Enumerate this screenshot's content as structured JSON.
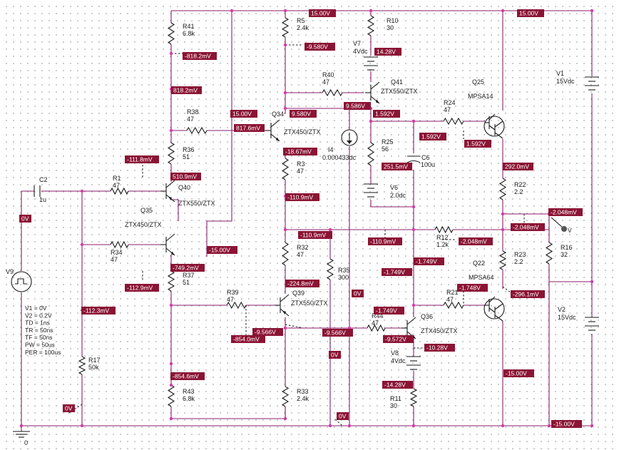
{
  "colors": {
    "wire": "#8b1e6e",
    "node": "#d63aa8",
    "voltage_tag_bg": "#8b1434",
    "voltage_tag_text": "#ffffff",
    "component": "#1a1a1a"
  },
  "parts": {
    "R41": {
      "ref": "R41",
      "val": "6.8k"
    },
    "R5": {
      "ref": "R5",
      "val": "2.4k"
    },
    "R10": {
      "ref": "R10",
      "val": "30"
    },
    "V7": {
      "ref": "V7",
      "val": "4Vdc"
    },
    "R40": {
      "ref": "R40",
      "val": "47"
    },
    "Q41": {
      "ref": "Q41",
      "val": "ZTX550/ZTX"
    },
    "Q25": {
      "ref": "Q25",
      "val": "MPSA14"
    },
    "V1": {
      "ref": "V1",
      "val": "15Vdc"
    },
    "R38": {
      "ref": "R38",
      "val": "47"
    },
    "Q34": {
      "ref": "Q34",
      "val": "ZTX450/ZTX"
    },
    "R24": {
      "ref": "R24",
      "val": "47"
    },
    "R36": {
      "ref": "R36",
      "val": "51"
    },
    "I4": {
      "ref": "I4",
      "val": "0.000433dc"
    },
    "R25": {
      "ref": "R25",
      "val": "56"
    },
    "C6": {
      "ref": "C6",
      "val": "100u"
    },
    "C2": {
      "ref": "C2",
      "val": "1u"
    },
    "R1": {
      "ref": "R1",
      "val": "47"
    },
    "Q40": {
      "ref": "Q40",
      "val": "ZTX550/ZTX"
    },
    "R3": {
      "ref": "R3",
      "val": "47"
    },
    "V6": {
      "ref": "V6",
      "val": "2.0dc"
    },
    "R22": {
      "ref": "R22",
      "val": "2.2"
    },
    "Q35": {
      "ref": "Q35",
      "val": "ZTX450/ZTX"
    },
    "R34": {
      "ref": "R34",
      "val": "47"
    },
    "R12": {
      "ref": "R12",
      "val": "1.2k"
    },
    "R16": {
      "ref": "R16",
      "val": "32"
    },
    "R32": {
      "ref": "R32",
      "val": "47"
    },
    "R35": {
      "ref": "R35",
      "val": "300"
    },
    "R23": {
      "ref": "R23",
      "val": "2.2"
    },
    "Q22": {
      "ref": "Q22",
      "val": "MPSA64"
    },
    "R37": {
      "ref": "R37",
      "val": "51"
    },
    "R39": {
      "ref": "R39",
      "val": "47"
    },
    "Q39": {
      "ref": "Q39",
      "val": "ZTX550/ZTX"
    },
    "R21": {
      "ref": "R21",
      "val": "47"
    },
    "V2": {
      "ref": "V2",
      "val": "15Vdc"
    },
    "R44": {
      "ref": "R44",
      "val": "47"
    },
    "Q36": {
      "ref": "Q36",
      "val": "ZTX450/ZTX"
    },
    "R17": {
      "ref": "R17",
      "val": "50k"
    },
    "V8": {
      "ref": "V8",
      "val": "4Vdc"
    },
    "R43": {
      "ref": "R43",
      "val": "6.8k"
    },
    "R33": {
      "ref": "R33",
      "val": "2.4k"
    },
    "R11": {
      "ref": "R11",
      "val": "30"
    },
    "V9": {
      "ref": "V9"
    },
    "gnd": {
      "val": "0"
    }
  },
  "v9_params": [
    "V1 = 0V",
    "V2 = 0.2V",
    "TD = 1ns",
    "TR = 50ns",
    "TF = 50ns",
    "PW = 50us",
    "PER = 100us"
  ],
  "probe_label": "V",
  "tags": {
    "t1": "15.00V",
    "t2": "15.00V",
    "t3": "-818.2mV",
    "t4": "-9.580V",
    "t5": "14.28V",
    "t6": "818.2mV",
    "t7": "15.00V",
    "t8": "9.580V",
    "t9": "9.586V",
    "t10": "1.592V",
    "t11": "817.6mV",
    "t12": "1.592V",
    "t13": "1.592V",
    "t14": "-18.67mV",
    "t15": "-111.8mV",
    "t16": "251.5mV",
    "t17": "292.0mV",
    "t18": "510.9mV",
    "t19": "-110.9mV",
    "t20": "-2.048mV",
    "t21": "0V",
    "t22": "-15.00V",
    "t23": "-2.048mV",
    "t24": "-110.9mV",
    "t25": "-110.9mV",
    "t26": "-2.048mV",
    "t27": "-1.749V",
    "t28": "-749.2mV",
    "t29": "-1.749V",
    "t30": "-112.9mV",
    "t31": "-224.8mV",
    "t32": "-1.748V",
    "t33": "-296.1mV",
    "t34": "-112.3mV",
    "t35": "0V",
    "t36": "-1.749V",
    "t37": "-9.566V",
    "t38": "-9.566V",
    "t39": "-9.572V",
    "t40": "-854.0mV",
    "t41": "-10.28V",
    "t42": "0V",
    "t43": "-854.6mV",
    "t44": "-15.00V",
    "t45": "-14.28V",
    "t46": "0V",
    "t47": "0V",
    "t48": "-15.00V"
  }
}
